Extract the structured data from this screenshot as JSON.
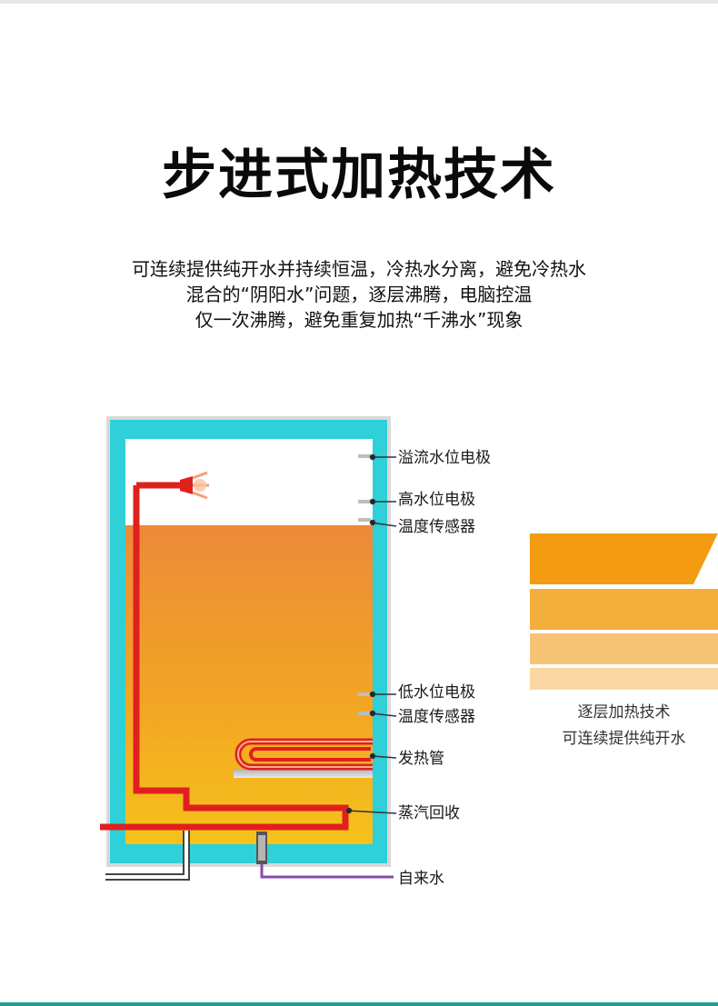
{
  "header": {
    "title": "步进式加热技术",
    "description": [
      "可连续提供纯开水并持续恒温，冷热水分离，避免冷热水",
      "混合的“阴阳水”问题，逐层沸腾，电脑控温",
      "仅一次沸腾，避免重复加热“千沸水”现象"
    ]
  },
  "diagram": {
    "labels": {
      "overflow_electrode": "溢流水位电极",
      "high_electrode": "高水位电极",
      "temp_sensor_top": "温度传感器",
      "low_electrode": "低水位电极",
      "temp_sensor_bottom": "温度传感器",
      "heating_tube": "发热管",
      "steam_recovery": "蒸汽回收",
      "tap_water": "自来水"
    },
    "colors": {
      "frame": "#2fd0d8",
      "water_top": "#ec8a3a",
      "water_bottom": "#f6c21a",
      "pipe": "#e0201f",
      "inlet": "#8a4aa8"
    }
  },
  "legend": {
    "layers": [
      "#f39c12",
      "#f4ae3c",
      "#f7c477",
      "#fad7a4"
    ],
    "caption": [
      "逐层加热技术",
      "可连续提供纯开水"
    ]
  }
}
